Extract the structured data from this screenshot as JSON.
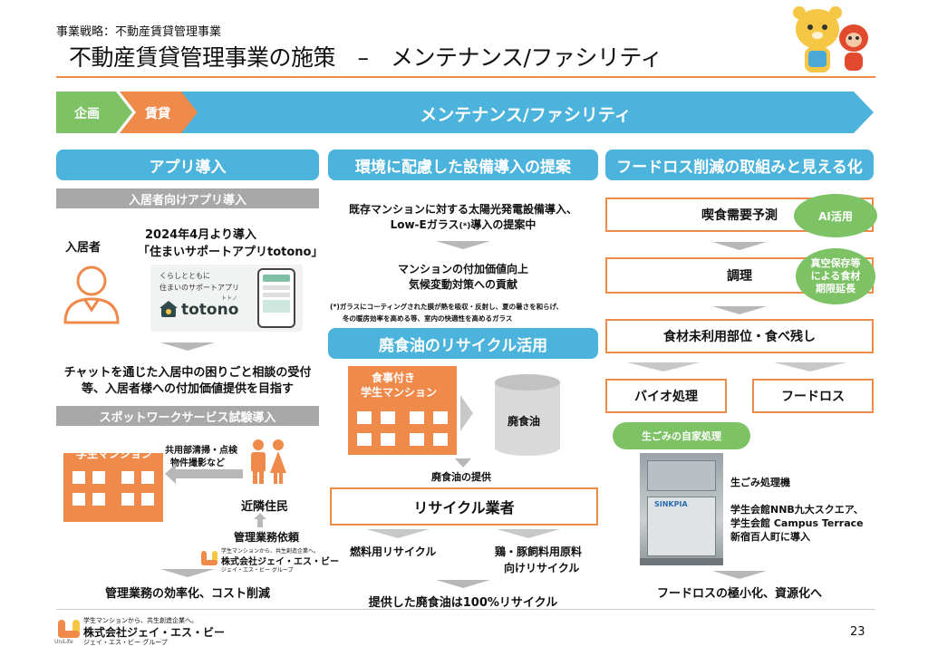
{
  "header": {
    "breadcrumb": "事業戦略：不動産賃貸管理事業",
    "title": "不動産賃貸管理事業の施策　–　メンテナンス/ファシリティ"
  },
  "flow": {
    "step1": "企画",
    "step2": "賃貸",
    "main": "メンテナンス/ファシリティ"
  },
  "col1": {
    "head": "アプリ導入",
    "sub1": "入居者向けアプリ導入",
    "resident": "入居者",
    "intro_line1": "2024年4月より導入",
    "intro_line2": "「住まいサポートアプリtotono」",
    "app_tag1": "くらしとともに",
    "app_tag2": "住まいのサポートアプリ",
    "app_brand": "totono",
    "app_kana": "トトノ",
    "result1_line1": "チャットを通じた入居中の困りごと相談の受付",
    "result1_line2": "等、入居者様への付加価値提供を目指す",
    "sub2": "スポットワークサービス試験導入",
    "mansion": "学生マンション",
    "tasks_line1": "共用部清掃・点検",
    "tasks_line2": "物件撮影など",
    "neighbors": "近隣住民",
    "request": "管理業務依頼",
    "company_tagline": "学生マンションから、共生創造企業へ。",
    "company_name": "株式会社ジェイ・エス・ビー",
    "company_group": "ジェイ・エス・ビー グループ",
    "result2": "管理業務の効率化、コスト削減"
  },
  "col2": {
    "head": "環境に配慮した設備導入の提案",
    "proposal_line1": "既存マンションに対する太陽光発電設備導入、",
    "proposal_line2a": "Low-Eガラス",
    "proposal_line2b": "(*)",
    "proposal_line2c": "導入の提案中",
    "value_line1": "マンションの付加価値向上",
    "value_line2": "気候変動対策への貢献",
    "note_line1": "(*)ガラスにコーティングされた膜が熱を吸収・反射し、夏の暑さを和らげ、",
    "note_line2": "冬の暖房効率を高める等、室内の快適性を高めるガラス",
    "head2": "廃食油のリサイクル活用",
    "meal_line1": "食事付き",
    "meal_line2": "学生マンション",
    "oil": "廃食油",
    "supply": "廃食油の提供",
    "recycler": "リサイクル業者",
    "fuel": "燃料用リサイクル",
    "feed_line1": "鶏・豚飼料用原料",
    "feed_line2": "向けリサイクル",
    "result": "提供した廃食油は100%リサイクル"
  },
  "col3": {
    "head": "フードロス削減の取組みと見える化",
    "demand": "喫食需要予測",
    "ai": "AI活用",
    "cooking": "調理",
    "vacuum_line1": "真空保存等",
    "vacuum_line2": "による食材",
    "vacuum_line3": "期限延長",
    "unused": "食材未利用部位・食べ残し",
    "bio": "バイオ処理",
    "foodloss": "フードロス",
    "home_proc": "生ごみの自家処理",
    "machine_label": "SINKPIA",
    "machine": "生ごみ処理機",
    "install_line1": "学生会館NNB九大スクエア、",
    "install_line2": "学生会館 Campus Terrace",
    "install_line3": "新宿百人町に導入",
    "result": "フードロスの極小化、資源化へ"
  },
  "footer": {
    "tagline": "学生マンションから、共生創造企業へ。",
    "company": "株式会社ジェイ・エス・ビー",
    "group": "ジェイ・エス・ビー グループ",
    "logo_text": "UniLife",
    "page": "23"
  },
  "colors": {
    "accent_blue": "#4bb3dc",
    "orange": "#ef8a4a",
    "green": "#7dc366",
    "gray": "#a8a8a8"
  }
}
